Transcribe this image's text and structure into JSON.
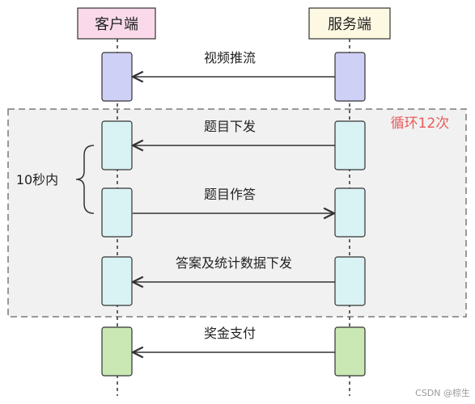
{
  "participants": {
    "client": "客户端",
    "server": "服务端"
  },
  "messages": {
    "video_push": "视频推流",
    "question_send": "题目下发",
    "question_answer": "题目作答",
    "answer_stats_send": "答案及统计数据下发",
    "prize_pay": "奖金支付"
  },
  "loop": {
    "label": "循环12次"
  },
  "brace": {
    "label": "10秒内"
  },
  "watermark": "CSDN @棕生"
}
